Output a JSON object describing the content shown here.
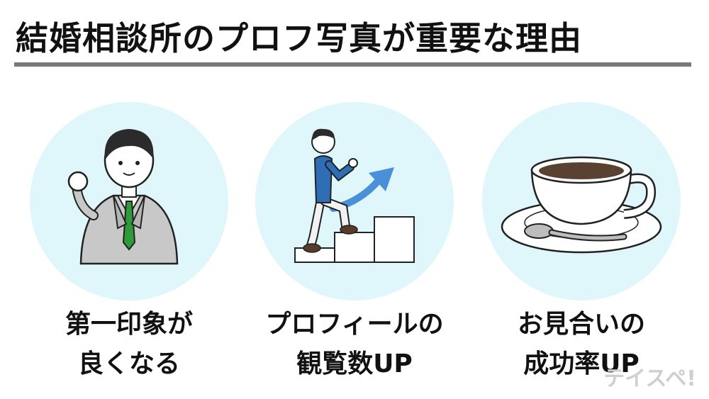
{
  "title": "結婚相談所のプロフ写真が重要な理由",
  "cards": [
    {
      "line1": "第一印象が",
      "line2": "良くなる",
      "icon": "businessman-icon"
    },
    {
      "line1": "プロフィールの",
      "line2": "観覧数UP",
      "icon": "climbing-stairs-icon"
    },
    {
      "line1": "お見合いの",
      "line2": "成功率UP",
      "icon": "coffee-cup-icon"
    }
  ],
  "watermark": "テイスペ!",
  "colors": {
    "circle": "#dff6fb",
    "rule": "#7a7a7a",
    "arrow": "#4a90d9",
    "tie": "#2e9b3a"
  }
}
